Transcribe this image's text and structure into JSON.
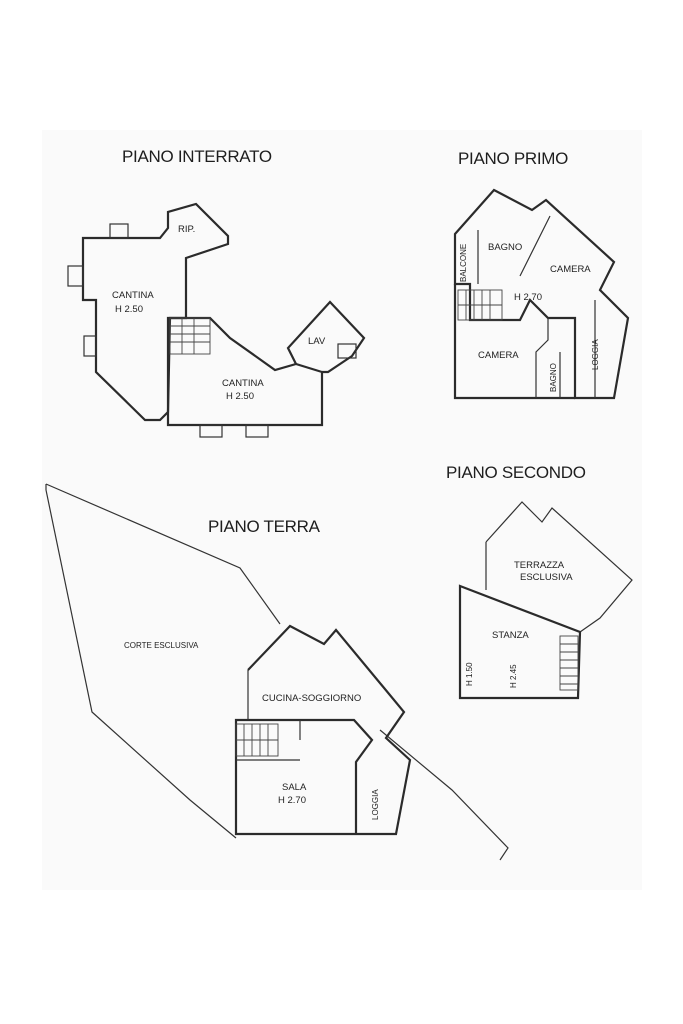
{
  "floors": {
    "interrato": {
      "title": "PIANO INTERRATO",
      "rooms": {
        "rip": "RIP.",
        "cantina_1": "CANTINA",
        "cantina_1_height": "H 2.50",
        "cantina_2": "CANTINA",
        "cantina_2_height": "H 2.50",
        "lav": "LAV"
      }
    },
    "primo": {
      "title": "PIANO PRIMO",
      "rooms": {
        "balcone": "BALCONE",
        "bagno": "BAGNO",
        "camera_1": "CAMERA",
        "height": "H 2.70",
        "camera_2": "CAMERA",
        "bagno_2": "BAGNO",
        "loggia": "LOGGIA"
      }
    },
    "secondo": {
      "title": "PIANO SECONDO",
      "rooms": {
        "terrazza": "TERRAZZA",
        "esclusiva": "ESCLUSIVA",
        "stanza": "STANZA",
        "h_150": "H 1.50",
        "h_245": "H 2.45"
      }
    },
    "terra": {
      "title": "PIANO TERRA",
      "rooms": {
        "corte": "CORTE ESCLUSIVA",
        "cucina": "CUCINA-SOGGIORNO",
        "sala": "SALA",
        "sala_height": "H 2.70",
        "loggia": "LOGGIA"
      }
    }
  }
}
